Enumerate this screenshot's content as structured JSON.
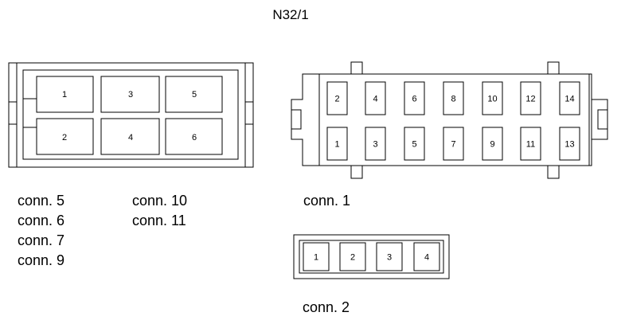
{
  "title": "N32/1",
  "connector_a": {
    "pins": [
      "1",
      "2",
      "3",
      "4",
      "5",
      "6"
    ],
    "labels_left": [
      "conn. 5",
      "conn. 6",
      "conn. 7",
      "conn. 9"
    ],
    "labels_right": [
      "conn. 10",
      "conn. 11"
    ]
  },
  "connector_b": {
    "pins_top": [
      "2",
      "4",
      "6",
      "8",
      "10",
      "12",
      "14"
    ],
    "pins_bottom": [
      "1",
      "3",
      "5",
      "7",
      "9",
      "11",
      "13"
    ],
    "label": "conn. 1"
  },
  "connector_c": {
    "pins": [
      "1",
      "2",
      "3",
      "4"
    ],
    "label": "conn. 2"
  }
}
